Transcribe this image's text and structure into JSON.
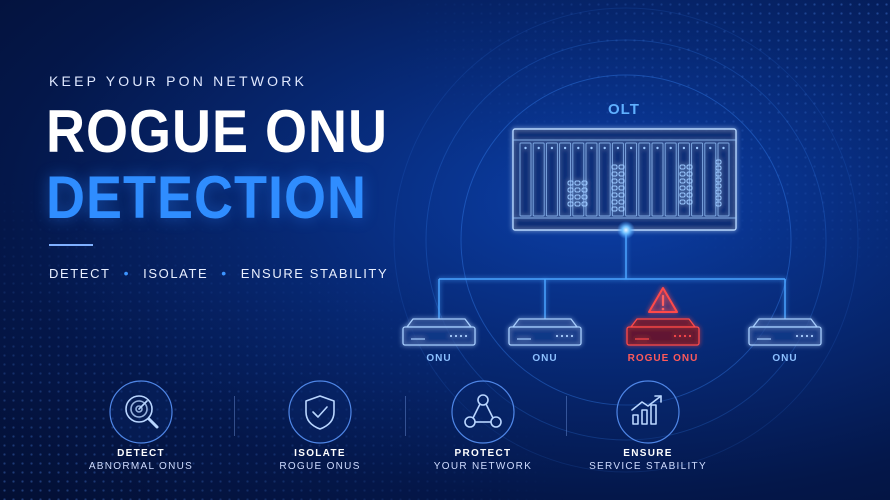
{
  "header": {
    "kicker": "KEEP YOUR PON NETWORK",
    "title_line1": "ROGUE ONU",
    "title_line2": "DETECTION",
    "taglines": [
      "DETECT",
      "ISOLATE",
      "ENSURE STABILITY"
    ]
  },
  "diagram": {
    "olt_label": "OLT",
    "onus": [
      {
        "label": "ONU",
        "status": "normal"
      },
      {
        "label": "ONU",
        "status": "normal"
      },
      {
        "label": "ROGUE ONU",
        "status": "rogue"
      },
      {
        "label": "ONU",
        "status": "normal"
      }
    ]
  },
  "features": [
    {
      "icon": "radar-magnifier-icon",
      "title": "DETECT",
      "subtitle": "ABNORMAL ONUS"
    },
    {
      "icon": "shield-check-icon",
      "title": "ISOLATE",
      "subtitle": "ROGUE ONUS"
    },
    {
      "icon": "network-nodes-icon",
      "title": "PROTECT",
      "subtitle": "YOUR NETWORK"
    },
    {
      "icon": "growth-chart-icon",
      "title": "ENSURE",
      "subtitle": "SERVICE STABILITY"
    }
  ],
  "colors": {
    "accent_blue": "#2f8dff",
    "line_blue": "#4aa3ff",
    "alert_red": "#ff3b3b",
    "background": "#04174a"
  }
}
